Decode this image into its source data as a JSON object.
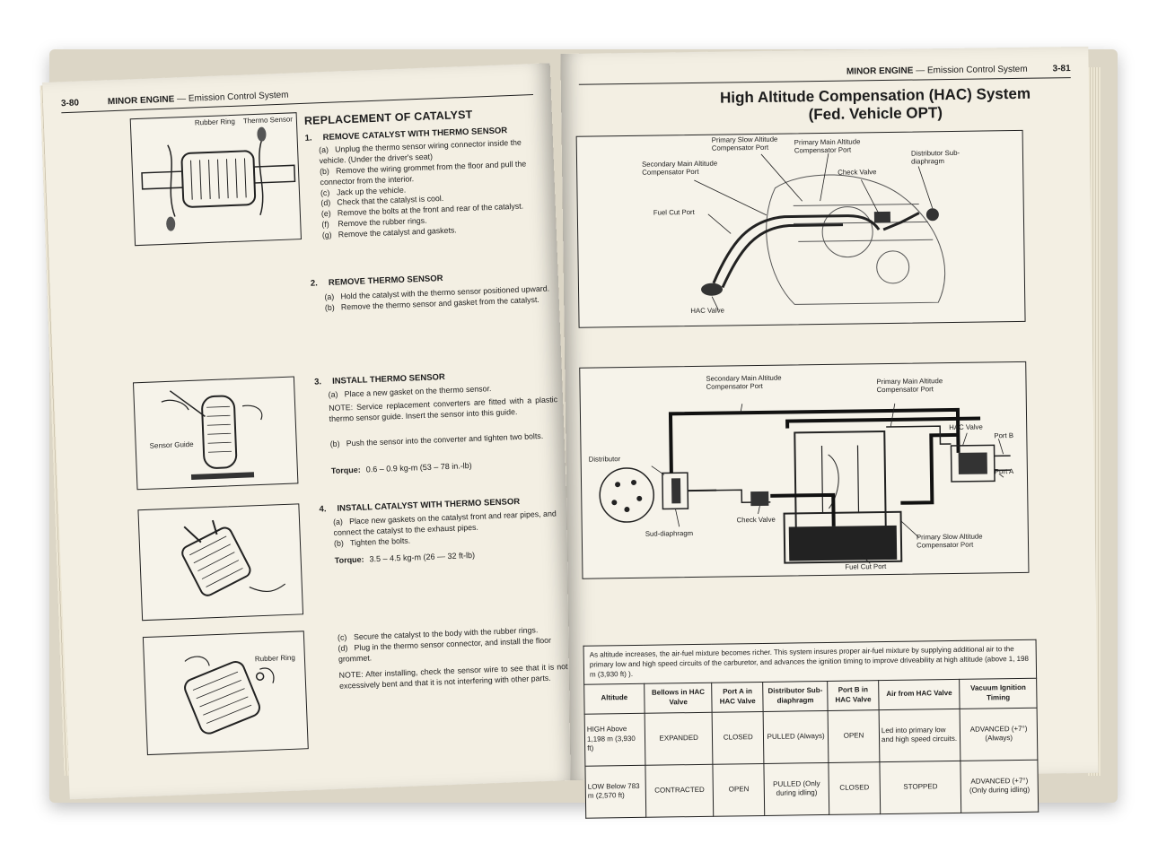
{
  "left_page": {
    "page_number": "3-80",
    "section": "MINOR ENGINE",
    "subsection": "— Emission Control System",
    "title": "REPLACEMENT OF CATALYST",
    "fig1_labels": [
      "Rubber Ring",
      "Thermo Sensor"
    ],
    "fig2_labels": [
      "Sensor Guide"
    ],
    "fig4_labels": [
      "Rubber Ring"
    ],
    "steps": [
      {
        "num": "1.",
        "heading": "REMOVE CATALYST WITH THERMO SENSOR",
        "items": [
          {
            "letter": "(a)",
            "text": "Unplug the thermo sensor wiring connector inside the vehicle. (Under the driver's seat)"
          },
          {
            "letter": "(b)",
            "text": "Remove the wiring grommet from the floor and pull the connector from the interior."
          },
          {
            "letter": "(c)",
            "text": "Jack up the vehicle."
          },
          {
            "letter": "(d)",
            "text": "Check that the catalyst is cool."
          },
          {
            "letter": "(e)",
            "text": "Remove the bolts at the front and rear of the catalyst."
          },
          {
            "letter": "(f)",
            "text": "Remove the rubber rings."
          },
          {
            "letter": "(g)",
            "text": "Remove the catalyst and gaskets."
          }
        ]
      },
      {
        "num": "2.",
        "heading": "REMOVE THERMO SENSOR",
        "items": [
          {
            "letter": "(a)",
            "text": "Hold the catalyst with the thermo sensor positioned upward."
          },
          {
            "letter": "(b)",
            "text": "Remove the thermo sensor and gasket from the catalyst."
          }
        ]
      },
      {
        "num": "3.",
        "heading": "INSTALL THERMO SENSOR",
        "items": [
          {
            "letter": "(a)",
            "text": "Place a new gasket on the thermo sensor."
          },
          {
            "letter": "(b)",
            "text": "Push the sensor into the converter and tighten two bolts."
          }
        ],
        "note": "NOTE: Service replacement converters are fitted with a plastic thermo sensor guide. Insert the sensor into this guide.",
        "torque_label": "Torque:",
        "torque_value": "0.6 – 0.9 kg-m (53 – 78 in.-lb)"
      },
      {
        "num": "4.",
        "heading": "INSTALL CATALYST WITH THERMO SENSOR",
        "items": [
          {
            "letter": "(a)",
            "text": "Place new gaskets on the catalyst front and rear pipes, and connect the catalyst to the exhaust pipes."
          },
          {
            "letter": "(b)",
            "text": "Tighten the bolts."
          },
          {
            "letter": "(c)",
            "text": "Secure the catalyst to the body with the rubber rings."
          },
          {
            "letter": "(d)",
            "text": "Plug in the thermo sensor connector, and install the floor grommet."
          }
        ],
        "torque_label": "Torque:",
        "torque_value": "3.5 – 4.5 kg-m (26 — 32 ft-lb)",
        "note": "NOTE: After installing, check the sensor wire to see that it is not excessively bent and that it is not interfering with other parts."
      }
    ]
  },
  "right_page": {
    "page_number": "3-81",
    "section": "MINOR ENGINE",
    "subsection": "— Emission Control System",
    "title_line1": "High Altitude Compensation (HAC) System",
    "title_line2": "(Fed. Vehicle OPT)",
    "diagram1_labels": {
      "primary_slow": "Primary Slow Altitude Compensator Port",
      "primary_main": "Primary Main Altitude Compensator Port",
      "distributor_sub": "Distributor Sub-diaphragm",
      "secondary_main": "Secondary Main Altitude Compensator Port",
      "check_valve": "Check Valve",
      "fuel_cut": "Fuel Cut Port",
      "hac_valve": "HAC Valve"
    },
    "diagram2_labels": {
      "secondary_main": "Secondary Main Altitude Compensator Port",
      "primary_main": "Primary Main Altitude Compensator Port",
      "hac_valve": "HAC Valve",
      "port_b": "Port B",
      "port_a": "Port A",
      "distributor": "Distributor",
      "check_valve": "Check Valve",
      "sub_diaphragm": "Sud-diaphragm",
      "primary_slow": "Primary Slow Altitude Compensator Port",
      "fuel_cut": "Fuel Cut Port"
    },
    "table": {
      "intro": "As altitude increases, the air-fuel mixture becomes richer. This system insures proper air-fuel mixture by supplying additional air to the primary low and high speed circuits of the carburetor, and advances the ignition timing to improve driveability at high altitude (above 1, 198 m (3,930 ft) ).",
      "headers": [
        "Altitude",
        "Bellows in HAC Valve",
        "Port A in HAC Valve",
        "Distributor Sub-diaphragm",
        "Port B in HAC Valve",
        "Air from HAC Valve",
        "Vacuum Ignition Timing"
      ],
      "rows": [
        [
          "HIGH Above 1,198 m (3,930 ft)",
          "EXPANDED",
          "CLOSED",
          "PULLED (Always)",
          "OPEN",
          "Led into primary low and high speed circuits.",
          "ADVANCED (+7°) (Always)"
        ],
        [
          "LOW Below 783 m (2,570 ft)",
          "CONTRACTED",
          "OPEN",
          "PULLED (Only during idling)",
          "CLOSED",
          "STOPPED",
          "ADVANCED (+7°) (Only during idling)"
        ]
      ]
    }
  }
}
